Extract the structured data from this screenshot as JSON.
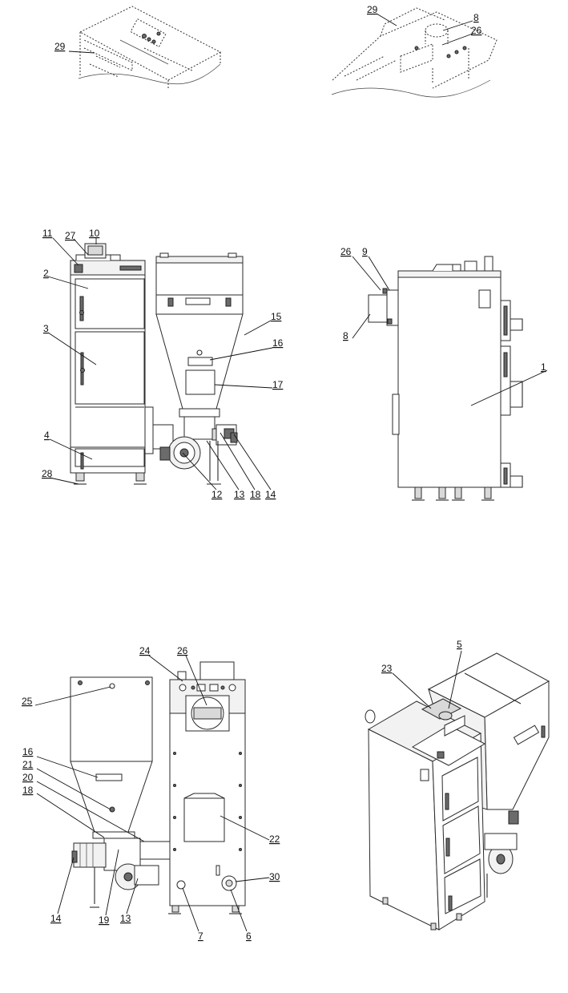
{
  "views": {
    "top_left_detail": {
      "labels": [
        "29"
      ]
    },
    "top_right_detail": {
      "labels": [
        "29",
        "8",
        "26"
      ]
    },
    "front_view": {
      "labels": [
        "11",
        "27",
        "10",
        "2",
        "3",
        "4",
        "28",
        "15",
        "16",
        "17",
        "12",
        "13",
        "18",
        "14"
      ]
    },
    "side_view": {
      "labels": [
        "26",
        "9",
        "8",
        "1"
      ]
    },
    "rear_view": {
      "labels": [
        "24",
        "26",
        "25",
        "16",
        "21",
        "20",
        "18",
        "22",
        "30",
        "14",
        "19",
        "13",
        "7",
        "6"
      ]
    },
    "isometric_view": {
      "labels": [
        "5",
        "23"
      ]
    }
  },
  "callouts": [
    {
      "id": "c29a",
      "text": "29"
    },
    {
      "id": "c29b",
      "text": "29"
    },
    {
      "id": "c8a",
      "text": "8"
    },
    {
      "id": "c26a",
      "text": "26"
    },
    {
      "id": "c11",
      "text": "11"
    },
    {
      "id": "c27",
      "text": "27"
    },
    {
      "id": "c10",
      "text": "10"
    },
    {
      "id": "c2",
      "text": "2"
    },
    {
      "id": "c3",
      "text": "3"
    },
    {
      "id": "c4",
      "text": "4"
    },
    {
      "id": "c28",
      "text": "28"
    },
    {
      "id": "c15",
      "text": "15"
    },
    {
      "id": "c16a",
      "text": "16"
    },
    {
      "id": "c17",
      "text": "17"
    },
    {
      "id": "c12",
      "text": "12"
    },
    {
      "id": "c13a",
      "text": "13"
    },
    {
      "id": "c18a",
      "text": "18"
    },
    {
      "id": "c14a",
      "text": "14"
    },
    {
      "id": "c26b",
      "text": "26"
    },
    {
      "id": "c9",
      "text": "9"
    },
    {
      "id": "c8b",
      "text": "8"
    },
    {
      "id": "c1",
      "text": "1"
    },
    {
      "id": "c24",
      "text": "24"
    },
    {
      "id": "c26c",
      "text": "26"
    },
    {
      "id": "c25",
      "text": "25"
    },
    {
      "id": "c16b",
      "text": "16"
    },
    {
      "id": "c21",
      "text": "21"
    },
    {
      "id": "c20",
      "text": "20"
    },
    {
      "id": "c18b",
      "text": "18"
    },
    {
      "id": "c22",
      "text": "22"
    },
    {
      "id": "c30",
      "text": "30"
    },
    {
      "id": "c14b",
      "text": "14"
    },
    {
      "id": "c19",
      "text": "19"
    },
    {
      "id": "c13b",
      "text": "13"
    },
    {
      "id": "c7",
      "text": "7"
    },
    {
      "id": "c6",
      "text": "6"
    },
    {
      "id": "c5",
      "text": "5"
    },
    {
      "id": "c23",
      "text": "23"
    }
  ]
}
